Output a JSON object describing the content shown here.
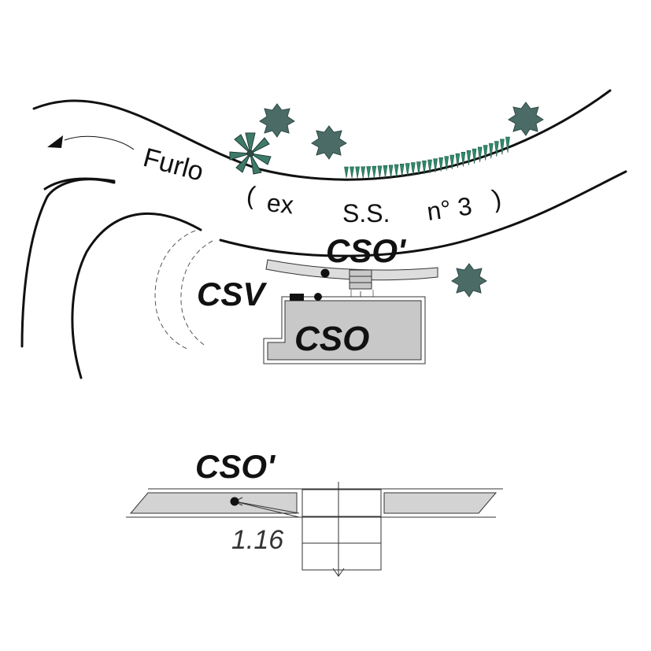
{
  "road": {
    "name": "Furlo",
    "paren_open": "(",
    "prefix": "ex",
    "code": "S.S.",
    "number": "n° 3",
    "paren_close": ")"
  },
  "labels": {
    "cso_prime_top": "CSO'",
    "csv": "CSV",
    "cso": "CSO",
    "cso_prime_detail": "CSO'"
  },
  "detail": {
    "measurement": "1.16"
  },
  "colors": {
    "line": "#111111",
    "fill_gray": "#c8c8c8",
    "block_gray": "#cfcfcf",
    "tree": "#4a6b66",
    "tree_dark": "#2f4a46",
    "palm": "#3e7a6a",
    "hedge": "#2f8a6a"
  },
  "icons": [
    "north-arrow-icon",
    "tree-icon",
    "palm-icon",
    "hedge-icon"
  ]
}
